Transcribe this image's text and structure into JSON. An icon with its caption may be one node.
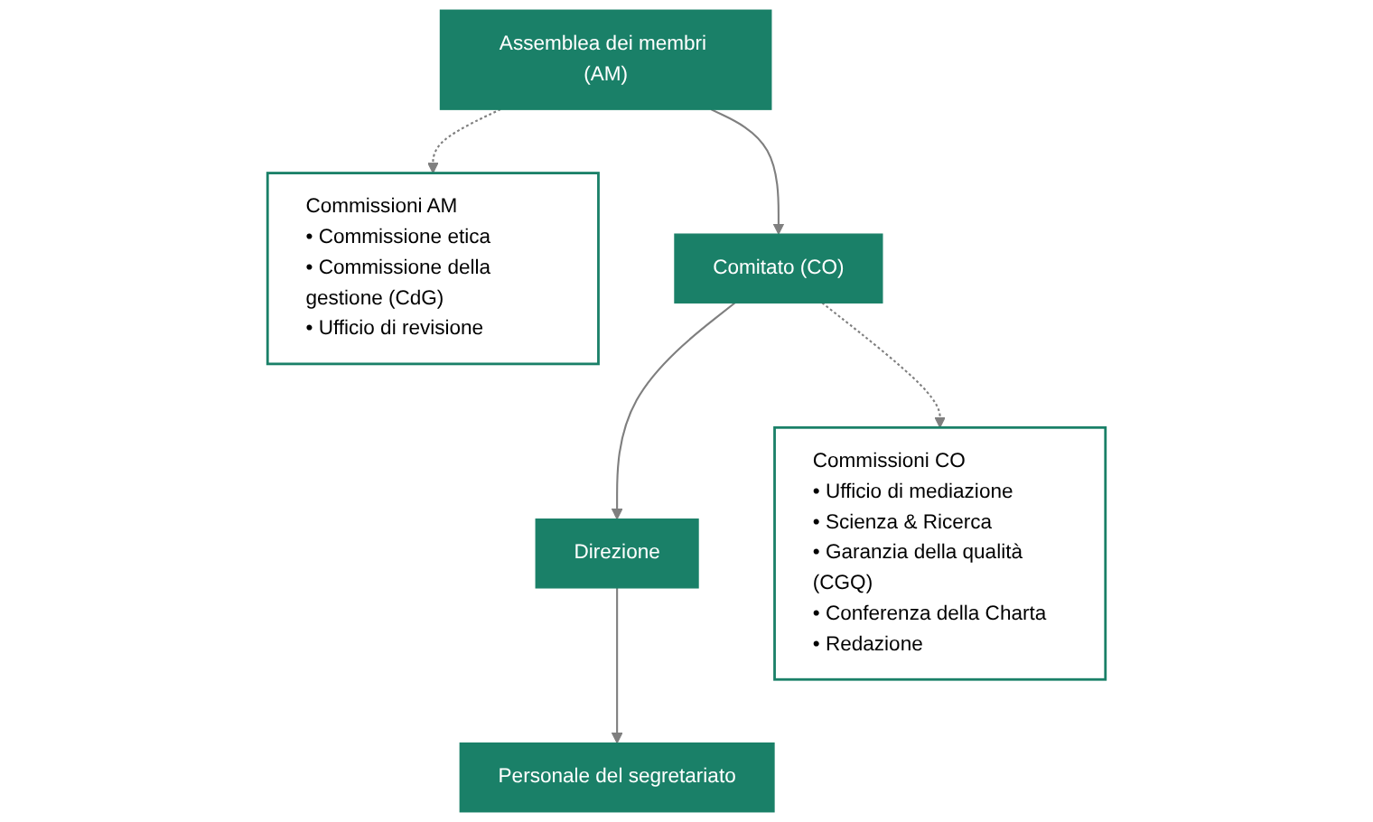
{
  "diagram": {
    "nodes": [
      {
        "text": [
          "Assemblea dei membri (AM)"
        ]
      },
      {
        "text": [
          "Commissioni AM",
          "• Commissione etica",
          "• Commissione della gestione (CdG)",
          "• Ufficio di revisione"
        ]
      },
      {
        "text": [
          "Comitato (CO)"
        ]
      },
      {
        "text": [
          "Direzione"
        ]
      },
      {
        "text": [
          "Commissioni CO",
          "• Ufficio di mediazione",
          "• Scienza & Ricerca",
          "• Garanzia della qualità (CGQ)",
          "• Conferenza della Charta",
          "• Redazione"
        ]
      },
      {
        "text": [
          "Personale del segretariato"
        ]
      }
    ],
    "edges": [
      {
        "from": 0,
        "to": 2,
        "arrow": "to"
      },
      {
        "from": 0,
        "to": 1,
        "arrow": "to",
        "style": "dashed"
      },
      {
        "from": 2,
        "to": 3,
        "arrow": "to"
      },
      {
        "from": 2,
        "to": 4,
        "arrow": "to",
        "style": "dashed"
      },
      {
        "from": 3,
        "to": 5,
        "arrow": "to"
      }
    ]
  }
}
